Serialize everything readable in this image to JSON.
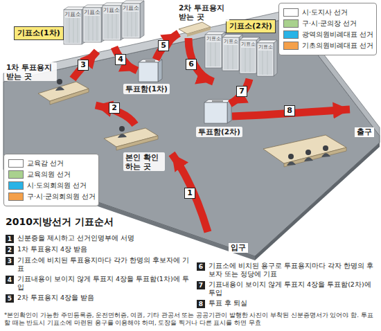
{
  "diagram": {
    "title": "2010지방선거 기표순서",
    "caption": "*본인확인이 가능한 주민등록증, 운전면허증, 여권, 기타 관공서 또는 공공기관이 발행한 사진이 부착된 신분증명서가 있어야 함. 투표할 때는 반드시 기표소에 마련된 용구를 이용해야 하며, 도장을 찍거나 다른 표시를 하면 무효",
    "nodes": [
      {
        "text": [
          "기표소(1차)"
        ]
      },
      {
        "text": [
          "기표소(2차)"
        ]
      }
    ],
    "labels": [
      "2차 투표용지 받는 곳",
      "1차 투표용지 받는 곳",
      "투표함(1차)",
      "투표함(2차)",
      "본인 확인하는 곳",
      "출구",
      "입구",
      "1",
      "2",
      "3",
      "4",
      "5",
      "6",
      "7",
      "8",
      "기표소",
      "기표소",
      "기표소",
      "기표소",
      "기표소",
      "기표소",
      "기표소",
      "기표소",
      "1",
      "2",
      "3",
      "4",
      "5",
      "6",
      "7",
      "8",
      "신분증을 제시하고 선거인명부에 서명",
      "1차 투표용지 4장 받음",
      "기표소에 비치된 투표용지마다 각가 한명의 후보자에 기표",
      "기표내용이 보이지 않게 투표지 4장을 투표함(1차)에 투입",
      "2차 투표용지 4장을 받음",
      "기표소에 비치된 용구로 투표용지마다 각자 한명의 후보자 또는 정당에 기표",
      "기표내용이 보이지 않게 투표지 4장을 투표함(2차)에 투입",
      "투표 후 퇴실"
    ],
    "legend": [
      {
        "text": "시·도지사 선거",
        "color": "#ffffff"
      },
      {
        "text": "구·시·군의장 선거",
        "color": "#a9d18e"
      },
      {
        "text": "광역의원비례대표 선거",
        "color": "#29b3e6"
      },
      {
        "text": "기초의원비례대표 선거",
        "color": "#f4a04a"
      },
      {
        "text": "교육감 선거",
        "color": "#ffffff"
      },
      {
        "text": "교육의원 선거",
        "color": "#a9d18e"
      },
      {
        "text": "시·도의회의원 선거",
        "color": "#29b3e6"
      },
      {
        "text": "구·시·군의회의원 선거",
        "color": "#f4a04a"
      }
    ]
  }
}
